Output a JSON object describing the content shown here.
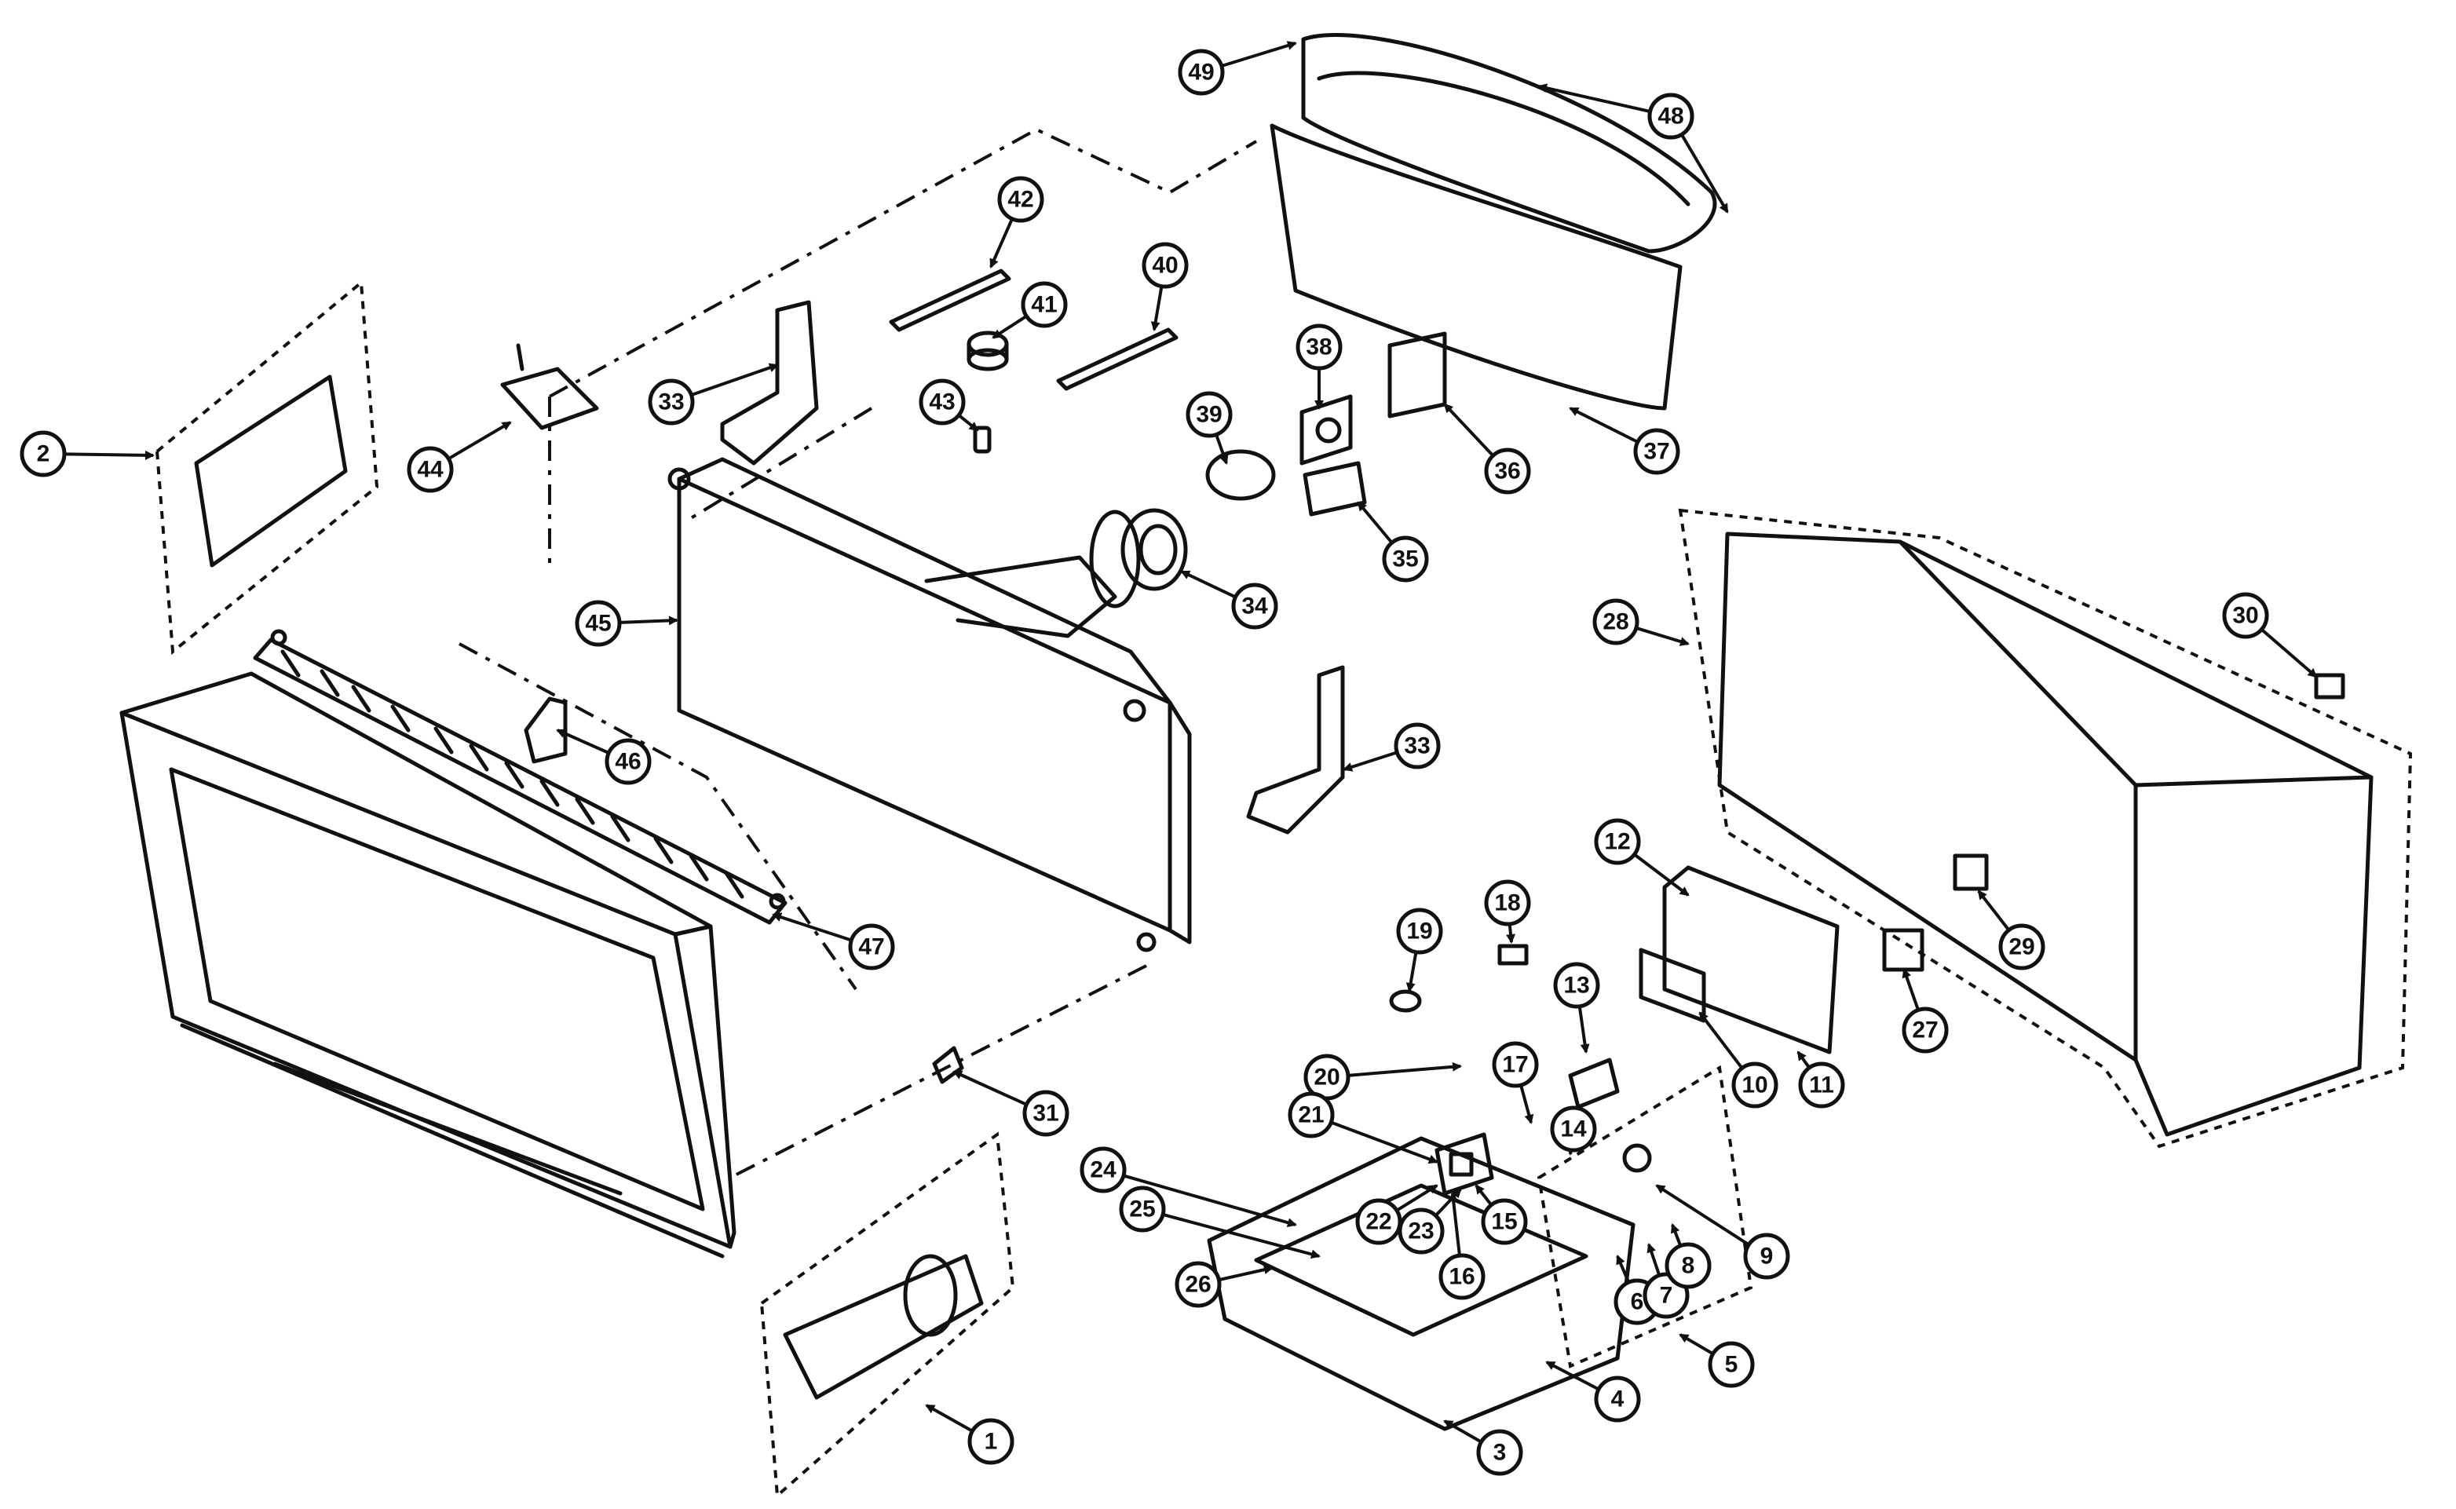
{
  "callouts": [
    "1",
    "2",
    "3",
    "4",
    "5",
    "6",
    "7",
    "8",
    "9",
    "10",
    "11",
    "12",
    "13",
    "14",
    "15",
    "16",
    "17",
    "18",
    "19",
    "20",
    "21",
    "22",
    "23",
    "24",
    "25",
    "26",
    "27",
    "28",
    "29",
    "30",
    "31",
    "33",
    "33",
    "34",
    "35",
    "36",
    "37",
    "38",
    "39",
    "40",
    "41",
    "42",
    "43",
    "44",
    "45",
    "46",
    "47",
    "48",
    "48",
    "49"
  ],
  "colors": {
    "ink": "#111111",
    "paper": "#ffffff"
  }
}
